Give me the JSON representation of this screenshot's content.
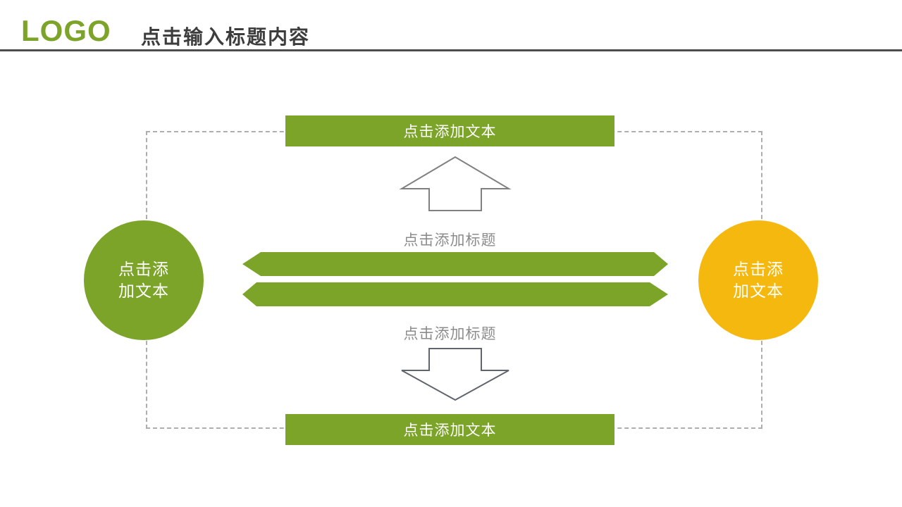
{
  "slide": {
    "logo": "LOGO",
    "title": "点击输入标题内容"
  },
  "diagram": {
    "top_banner": {
      "label": "点击添加文本"
    },
    "bottom_banner": {
      "label": "点击添加文本"
    },
    "upper_caption": "点击添加标题",
    "lower_caption": "点击添加标题",
    "left_circle": {
      "line1": "点击添",
      "line2": "加文本"
    },
    "right_circle": {
      "line1": "点击添",
      "line2": "加文本"
    }
  },
  "colors": {
    "green": "#7BA428",
    "yellow": "#F5B80E",
    "caption_gray": "#8c8c8c",
    "divider_dark": "#4d4d4d",
    "dashed_border": "#aeaeae"
  }
}
